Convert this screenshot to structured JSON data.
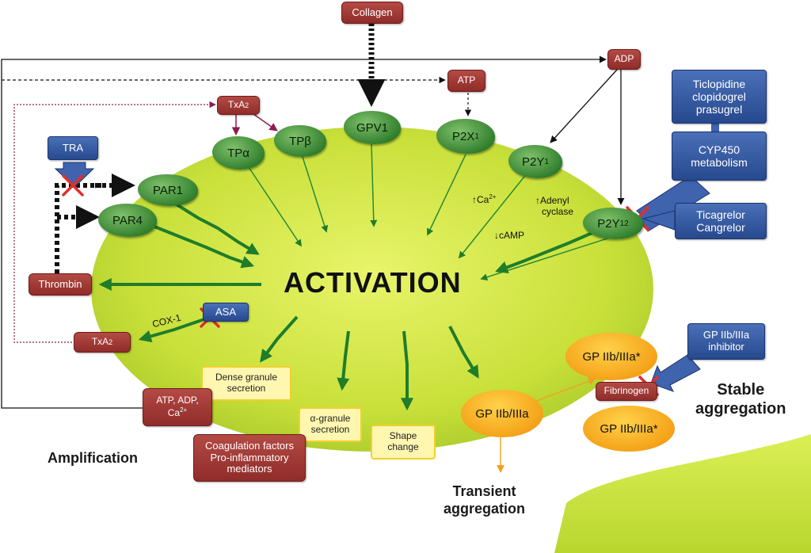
{
  "colors": {
    "platelet_fill": "#d4e84a",
    "activator_box": "#9b3330",
    "drug_box": "#2f55a0",
    "product_box": "#fff6b0",
    "receptor": "#3f8f3a",
    "integrin": "#f5a623",
    "inhibition_mark": "#e0302a"
  },
  "agonists": {
    "collagen": "Collagen",
    "adp": "ADP",
    "atp": "ATP",
    "txa2_top_main": "TxA",
    "txa2_top_sub": "2",
    "thrombin": "Thrombin",
    "txa2_left_main": "TxA",
    "txa2_left_sub": "2"
  },
  "receptors": {
    "tpa": "TPα",
    "tpb": "TPβ",
    "gpv1": "GPV1",
    "p2x1_main": "P2X",
    "p2x1_sub": "1",
    "p2y1_main": "P2Y",
    "p2y1_sub": "1",
    "p2y12_main": "P2Y",
    "p2y12_sub": "12",
    "par1": "PAR1",
    "par4": "PAR4"
  },
  "drugs": {
    "tra": "TRA",
    "asa": "ASA",
    "thienopyridines": [
      "Ticlopidine",
      "clopidogrel",
      "prasugrel"
    ],
    "cyp450": [
      "CYP450",
      "metabolism"
    ],
    "ticagrelor": [
      "Ticagrelor",
      "Cangrelor"
    ],
    "gp_inhibitor": [
      "GP IIb/IIIa",
      "inhibitor"
    ]
  },
  "signals": {
    "ca_main": "Ca",
    "ca_sup": "2+",
    "adenyl": [
      "Adenyl",
      "cyclase"
    ],
    "camp": "cAMP",
    "cox1": "COX-1"
  },
  "center": {
    "activation": "ACTIVATION"
  },
  "products": {
    "dense_granule": [
      "Dense granule",
      "secretion"
    ],
    "alpha_granule": [
      "α-granule",
      "secretion"
    ],
    "shape_change": [
      "Shape",
      "change"
    ],
    "atp_adp_ca": [
      "ATP, ADP,",
      "Ca",
      "2+"
    ],
    "coag": [
      "Coagulation factors",
      "Pro-inflammatory",
      "mediators"
    ]
  },
  "aggregation": {
    "gp_inactive": "GP IIb/IIIa",
    "gp_active": "GP IIb/IIIa*",
    "fibrinogen": "Fibrinogen",
    "transient": [
      "Transient",
      "aggregation"
    ],
    "stable": [
      "Stable",
      "aggregation"
    ],
    "amplification": "Amplification"
  }
}
